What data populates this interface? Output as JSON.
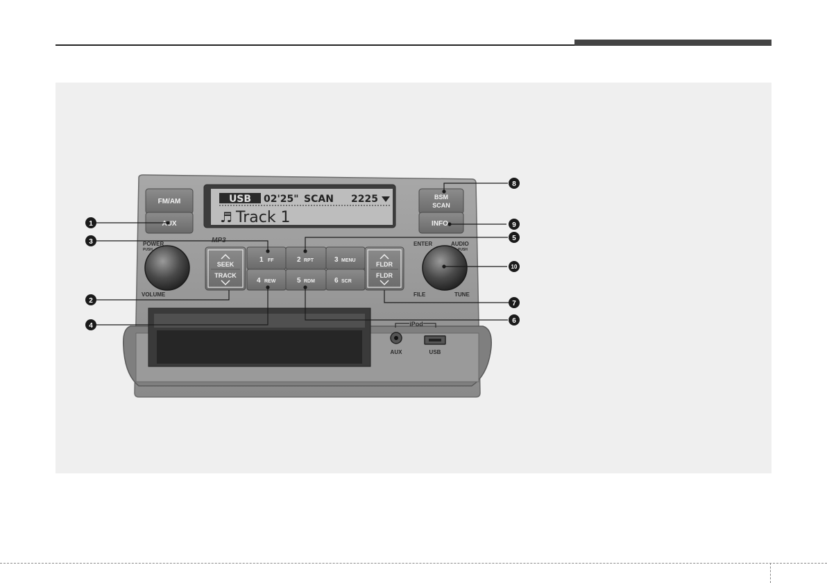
{
  "display": {
    "source": "USB",
    "time": "02'25\"",
    "mode": "SCAN",
    "track_count": "2225",
    "track": "Track 1"
  },
  "logo": "MP3",
  "buttons": {
    "fm_am": "FM/AM",
    "aux": "AUX",
    "bsm": "BSM",
    "scan": "SCAN",
    "info": "INFO",
    "seek": "SEEK",
    "track": "TRACK",
    "p1_num": "1",
    "p1_label": "FF",
    "p2_num": "2",
    "p2_label": "RPT",
    "p3_num": "3",
    "p3_label": "MENU",
    "p4_num": "4",
    "p4_label": "REW",
    "p5_num": "5",
    "p5_label": "RDM",
    "p6_num": "6",
    "p6_label": "SCR",
    "fldr_up": "FLDR",
    "fldr_down": "FLDR"
  },
  "knob_labels": {
    "power": "POWER",
    "push_left": "PUSH",
    "volume": "VOLUME",
    "enter": "ENTER",
    "audio": "AUDIO",
    "push_right": "PUSH",
    "file": "FILE",
    "tune": "TUNE"
  },
  "ports": {
    "ipod": "iPod",
    "aux": "AUX",
    "usb": "USB"
  },
  "callouts": [
    "1",
    "2",
    "3",
    "4",
    "5",
    "6",
    "7",
    "8",
    "9",
    "10"
  ]
}
